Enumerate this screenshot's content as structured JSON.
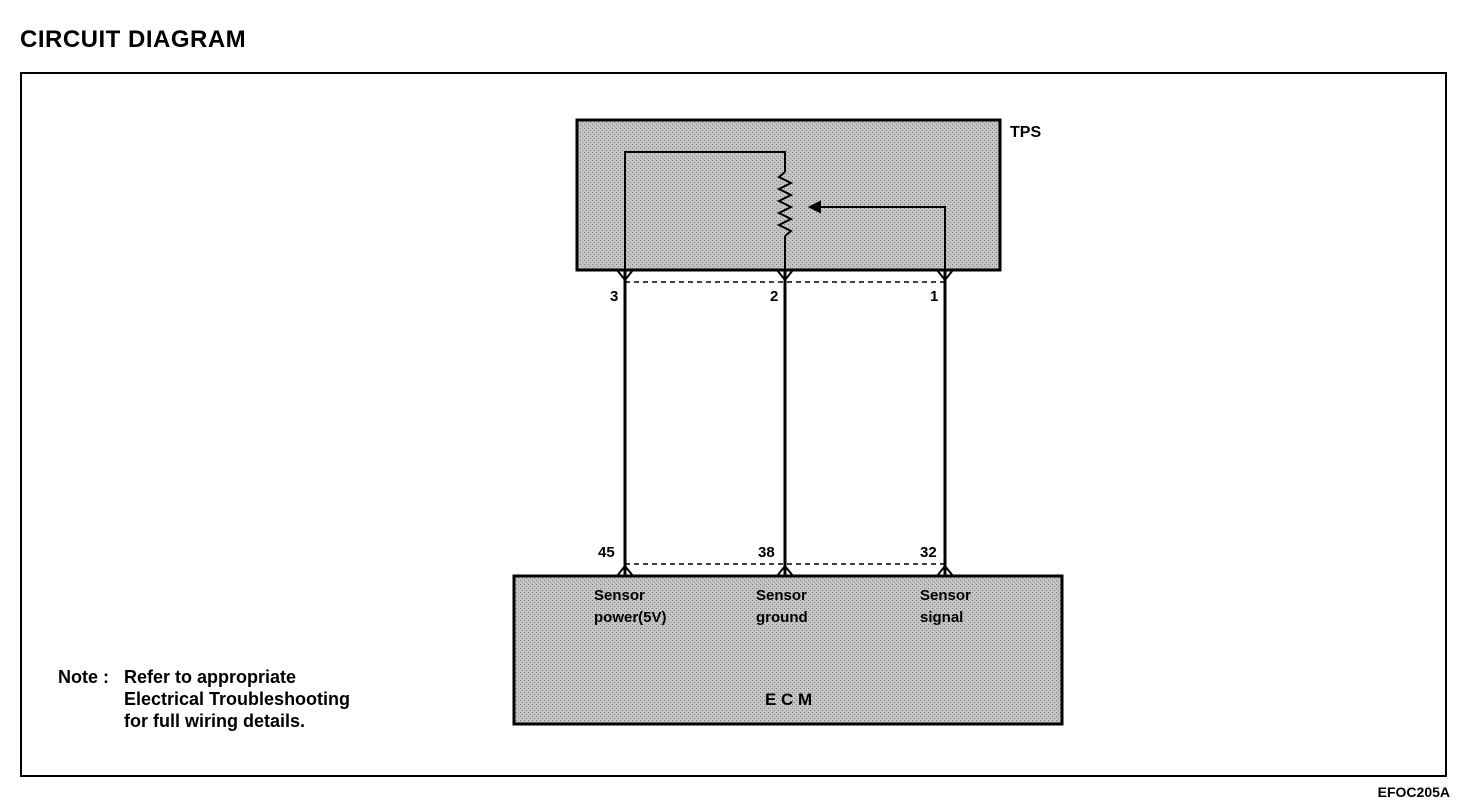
{
  "title": "CIRCUIT DIAGRAM",
  "figure_code": "EFOC205A",
  "components": {
    "tps": {
      "label": "TPS"
    },
    "ecm": {
      "label": "E C M"
    }
  },
  "pins": {
    "tps": [
      "3",
      "2",
      "1"
    ],
    "ecm": [
      "45",
      "38",
      "32"
    ]
  },
  "signals": [
    {
      "line1": "Sensor",
      "line2": "power(5V)"
    },
    {
      "line1": "Sensor",
      "line2": "ground"
    },
    {
      "line1": "Sensor",
      "line2": "signal"
    }
  ],
  "note": {
    "label": "Note :",
    "lines": [
      "Refer to appropriate",
      "Electrical Troubleshooting",
      "for full wiring details."
    ]
  },
  "colors": {
    "box_fill": "#bdbdbd",
    "line": "#000000"
  }
}
